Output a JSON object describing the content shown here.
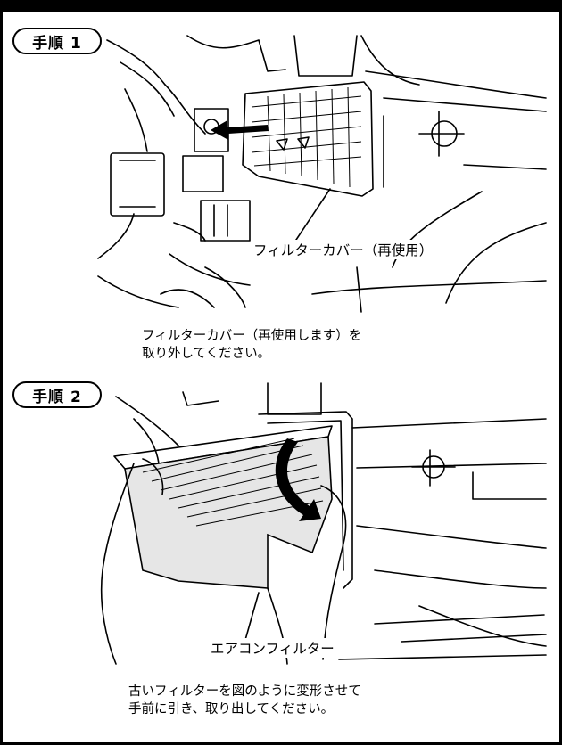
{
  "steps": [
    {
      "label": "手順 1",
      "callout": "フィルターカバー（再使用）",
      "caption_lines": [
        "フィルターカバー（再使用します）を",
        "取り外してください。"
      ]
    },
    {
      "label": "手順 2",
      "callout": "エアコンフィルター",
      "caption_lines": [
        "古いフィルターを図のように変形させて",
        "手前に引き、取り出してください。"
      ]
    }
  ]
}
